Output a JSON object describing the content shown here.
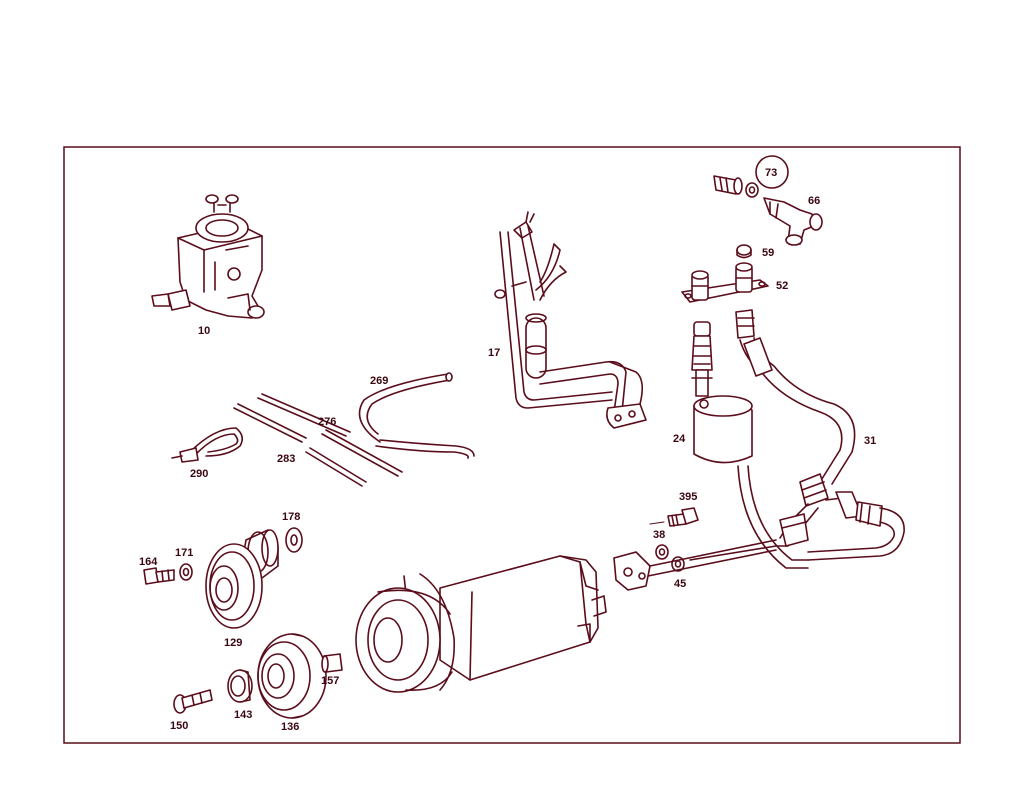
{
  "colors": {
    "line": "#5a0d1a",
    "text": "#3a0710",
    "background": "#ffffff"
  },
  "callouts": {
    "p10": "10",
    "p17": "17",
    "p24": "24",
    "p31": "31",
    "p38": "38",
    "p45": "45",
    "p52": "52",
    "p59": "59",
    "p66": "66",
    "p73": "73",
    "p129": "129",
    "p136": "136",
    "p143": "143",
    "p150": "150",
    "p157": "157",
    "p164": "164",
    "p171": "171",
    "p178": "178",
    "p269": "269",
    "p276": "276",
    "p283": "283",
    "p290": "290",
    "p395": "395"
  }
}
